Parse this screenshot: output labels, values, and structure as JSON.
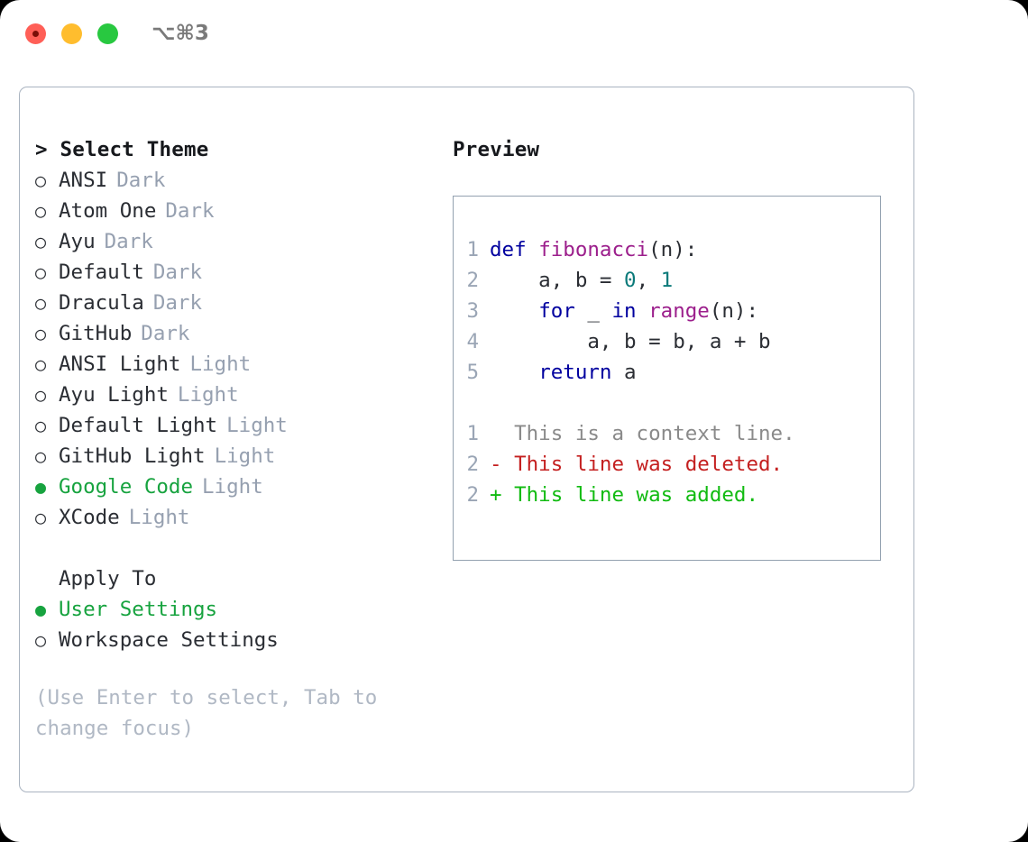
{
  "titlebar": {
    "shortcut": "⌥⌘3",
    "buttons": [
      {
        "name": "close",
        "color": "#ff5f57"
      },
      {
        "name": "minimize",
        "color": "#ffbd2e"
      },
      {
        "name": "maximize",
        "color": "#28c840"
      }
    ]
  },
  "left": {
    "heading": "> Select Theme",
    "selected_marker": "●",
    "unselected_marker": "○",
    "themes": [
      {
        "name": "ANSI",
        "tag": "Dark",
        "selected": false
      },
      {
        "name": "Atom One",
        "tag": "Dark",
        "selected": false
      },
      {
        "name": "Ayu",
        "tag": "Dark",
        "selected": false
      },
      {
        "name": "Default",
        "tag": "Dark",
        "selected": false
      },
      {
        "name": "Dracula",
        "tag": "Dark",
        "selected": false
      },
      {
        "name": "GitHub",
        "tag": "Dark",
        "selected": false
      },
      {
        "name": "ANSI Light",
        "tag": "Light",
        "selected": false
      },
      {
        "name": "Ayu Light",
        "tag": "Light",
        "selected": false
      },
      {
        "name": "Default Light",
        "tag": "Light",
        "selected": false
      },
      {
        "name": "GitHub Light",
        "tag": "Light",
        "selected": false
      },
      {
        "name": "Google Code",
        "tag": "Light",
        "selected": true
      },
      {
        "name": "XCode",
        "tag": "Light",
        "selected": false
      }
    ],
    "apply_to_heading": "Apply To",
    "apply_to": [
      {
        "name": "User Settings",
        "selected": true
      },
      {
        "name": "Workspace Settings",
        "selected": false
      }
    ],
    "hint": "(Use Enter to select, Tab to change focus)"
  },
  "right": {
    "preview_title": "Preview",
    "code_lines": [
      {
        "num": "1",
        "tokens": [
          {
            "t": "def ",
            "c": "kw"
          },
          {
            "t": "fibonacci",
            "c": "fn"
          },
          {
            "t": "(n):",
            "c": "plain"
          }
        ]
      },
      {
        "num": "2",
        "tokens": [
          {
            "t": "    a, b = ",
            "c": "plain"
          },
          {
            "t": "0",
            "c": "num"
          },
          {
            "t": ", ",
            "c": "plain"
          },
          {
            "t": "1",
            "c": "num"
          }
        ]
      },
      {
        "num": "3",
        "tokens": [
          {
            "t": "    ",
            "c": "plain"
          },
          {
            "t": "for",
            "c": "kw"
          },
          {
            "t": " _ ",
            "c": "plain"
          },
          {
            "t": "in",
            "c": "kw"
          },
          {
            "t": " ",
            "c": "plain"
          },
          {
            "t": "range",
            "c": "fn"
          },
          {
            "t": "(n):",
            "c": "plain"
          }
        ]
      },
      {
        "num": "4",
        "tokens": [
          {
            "t": "        a, b = b, a + b",
            "c": "plain"
          }
        ]
      },
      {
        "num": "5",
        "tokens": [
          {
            "t": "    ",
            "c": "plain"
          },
          {
            "t": "return",
            "c": "kw"
          },
          {
            "t": " a",
            "c": "plain"
          }
        ]
      }
    ],
    "diff_lines": [
      {
        "num": "1",
        "tokens": [
          {
            "t": "  This is a context line.",
            "c": "ctx"
          }
        ]
      },
      {
        "num": "2",
        "tokens": [
          {
            "t": "- This line was deleted.",
            "c": "del"
          }
        ]
      },
      {
        "num": "2",
        "tokens": [
          {
            "t": "+ This line was added.",
            "c": "add"
          }
        ]
      }
    ]
  },
  "colors": {
    "accent_green": "#17a33f",
    "diff_added": "#11bb11",
    "diff_deleted": "#c42020",
    "keyword": "#00009f",
    "function": "#9c1f8c",
    "number": "#0b7a7a",
    "muted": "#96a0b0",
    "border": "#a9b3c0"
  }
}
